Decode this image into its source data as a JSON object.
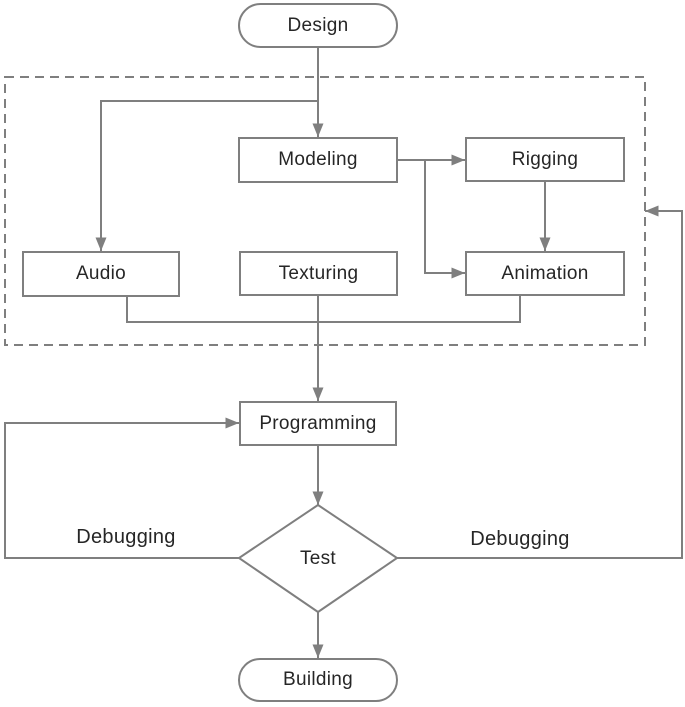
{
  "colors": {
    "line": "#7f7f7f",
    "text": "#262626",
    "node_background": "#ffffff",
    "page_background": "#ffffff"
  },
  "nodes": {
    "design": {
      "label": "Design",
      "shape": "stadium"
    },
    "modeling": {
      "label": "Modeling",
      "shape": "rectangle"
    },
    "rigging": {
      "label": "Rigging",
      "shape": "rectangle"
    },
    "audio": {
      "label": "Audio",
      "shape": "rectangle"
    },
    "texturing": {
      "label": "Texturing",
      "shape": "rectangle"
    },
    "animation": {
      "label": "Animation",
      "shape": "rectangle"
    },
    "programming": {
      "label": "Programming",
      "shape": "rectangle"
    },
    "test": {
      "label": "Test",
      "shape": "diamond"
    },
    "building": {
      "label": "Building",
      "shape": "stadium"
    }
  },
  "edge_labels": {
    "debugging_left": "Debugging",
    "debugging_right": "Debugging"
  },
  "edges": [
    {
      "from": "design",
      "to": "modeling"
    },
    {
      "from": "design",
      "to": "audio"
    },
    {
      "from": "modeling",
      "to": "rigging"
    },
    {
      "from": "modeling",
      "to": "texturing"
    },
    {
      "from": "modeling",
      "to": "animation"
    },
    {
      "from": "rigging",
      "to": "animation"
    },
    {
      "from": "audio",
      "to": "programming"
    },
    {
      "from": "animation",
      "to": "programming"
    },
    {
      "from": "texturing",
      "to": "programming"
    },
    {
      "from": "programming",
      "to": "test"
    },
    {
      "from": "test",
      "to": "programming",
      "label": "Debugging"
    },
    {
      "from": "test",
      "to": "asset-group",
      "label": "Debugging"
    },
    {
      "from": "test",
      "to": "building"
    }
  ]
}
